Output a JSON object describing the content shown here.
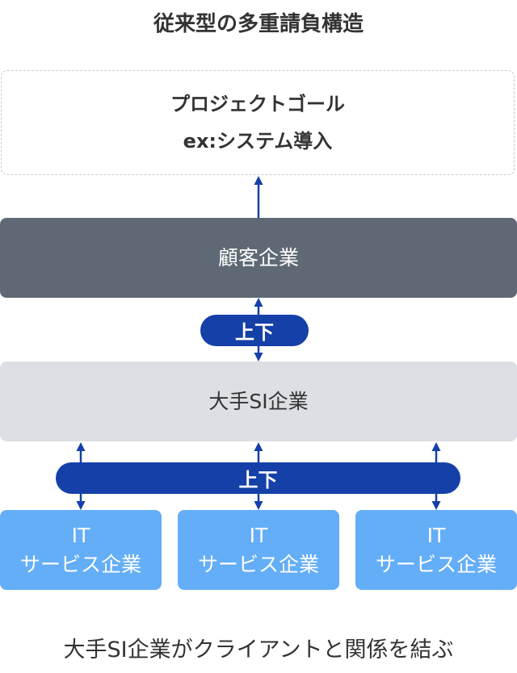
{
  "diagram": {
    "title": "従来型の多重請負構造",
    "goal": {
      "line1": "プロジェクトゴール",
      "line2": "ex:システム導入"
    },
    "client": "顧客企業",
    "relation_top": "上下",
    "si_company": "大手SI企業",
    "relation_bottom": "上下",
    "service_companies": [
      {
        "line1": "IT",
        "line2": "サービス企業"
      },
      {
        "line1": "IT",
        "line2": "サービス企業"
      },
      {
        "line1": "IT",
        "line2": "サービス企業"
      }
    ],
    "caption": "大手SI企業がクライアントと関係を結ぶ"
  },
  "colors": {
    "client_box": "#5f6975",
    "si_box": "#dcdfe3",
    "pill": "#1540a8",
    "service_box": "#64aef7",
    "arrow": "#1540a8",
    "goal_border": "#c4c8ce"
  }
}
